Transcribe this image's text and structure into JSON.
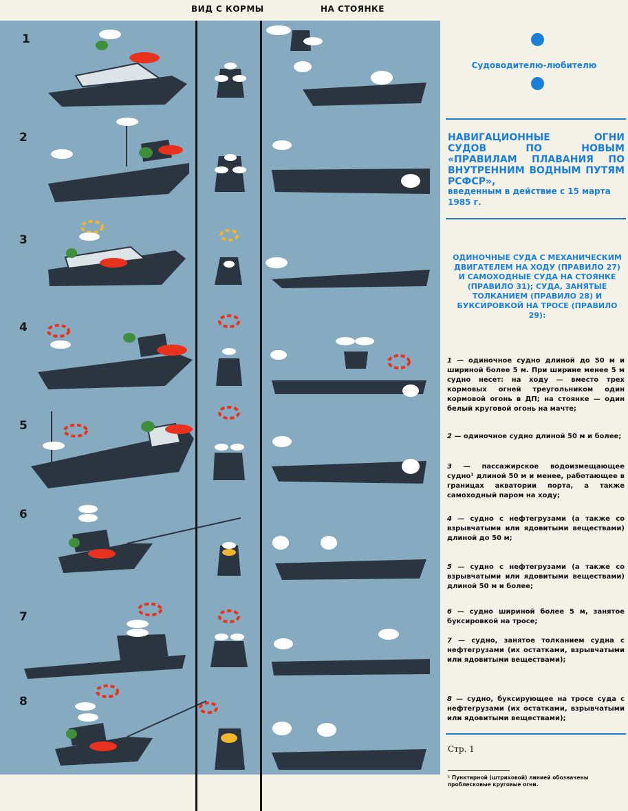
{
  "header": {
    "col_stern": "ВИД С КОРМЫ",
    "col_anchor": "НА СТОЯНКЕ"
  },
  "rows": [
    {
      "num": "1"
    },
    {
      "num": "2"
    },
    {
      "num": "3"
    },
    {
      "num": "4"
    },
    {
      "num": "5"
    },
    {
      "num": "6"
    },
    {
      "num": "7"
    },
    {
      "num": "8"
    }
  ],
  "colors": {
    "water": "#86aabf",
    "hull": "#2a3540",
    "light_white": "#ffffff",
    "light_red": "#e8321e",
    "light_green": "#3e8e3a",
    "light_yellow": "#f2b52e",
    "accent": "#1b7fd8"
  },
  "sidebar": {
    "kicker": "Судоводителю-любителю",
    "main_title": "НАВИГАЦИОННЫЕ ОГНИ СУДОВ ПО НОВЫМ «ПРАВИЛАМ ПЛАВАНИЯ ПО ВНУТРЕННИМ ВОДНЫМ ПУТЯМ РСФСР»,",
    "main_sub": "введенным в действие с 15 марта 1985 г.",
    "section_heading": "ОДИНОЧНЫЕ СУДА С МЕХАНИЧЕСКИМ ДВИГАТЕЛЕМ НА ХОДУ (ПРАВИЛО 27) И САМОХОДНЫЕ СУДА НА СТОЯНКЕ (ПРАВИЛО 31); СУДА, ЗАНЯТЫЕ ТОЛКАНИЕМ (ПРАВИЛО 28) И БУКСИРОВКОЙ НА ТРОСЕ (ПРАВИЛО 29):",
    "items": [
      {
        "n": "1",
        "text": " — одиночное судно длиной до 50 м и шириной более 5 м. При ширине менее 5 м судно несет: на ходу — вместо трех кормовых огней треугольником один кормовой огонь в ДП; на стоянке — один белый круговой огонь на мачте;"
      },
      {
        "n": "2",
        "text": " — одиночное судно длиной 50 м и более;"
      },
      {
        "n": "3",
        "text": " — пассажирское водоизмещающее судно¹ длиной 50 м и менее, работающее в границах акватории порта, а также самоходный паром на ходу;"
      },
      {
        "n": "4",
        "text": " — судно с нефтегрузами (а также со взрывчатыми или ядовитыми веществами) длиной до 50 м;"
      },
      {
        "n": "5",
        "text": " — судно с нефтегрузами (а также со взрывчатыми или ядовитыми веществами) длиной 50 м и более;"
      },
      {
        "n": "6",
        "text": " — судно шириной более 5 м, занятое буксировкой на тросе;"
      },
      {
        "n": "7",
        "text": " — судно, занятое толканием судна с нефтегрузами (их остатками, взрывчатыми или ядовитыми веществами);"
      },
      {
        "n": "8",
        "text": " — судно, буксирующее на тросе суда с нефтегрузами (их остатками, взрывчатыми или ядовитыми веществами);"
      }
    ],
    "page": "Стр. 1",
    "footnote": "¹ Пунктирной (штриховой) линией обозначены проблесковые круговые огни."
  }
}
